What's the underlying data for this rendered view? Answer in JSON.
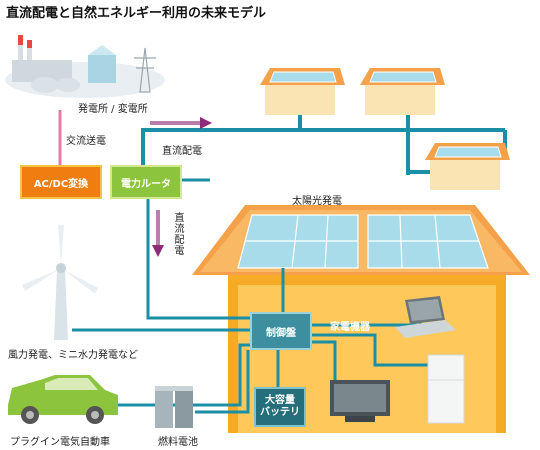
{
  "title": "直流配電と自然エネルギー利用の未来モデル",
  "labels": {
    "power_plant": "発電所 / 変電所",
    "ac_transmission": "交流送電",
    "dc_distribution_h": "直流配電",
    "dc_distribution_v": "直流配電",
    "solar": "太陽光発電",
    "wind": "風力発電、ミニ水力発電など",
    "ev": "プラグイン電気自動車",
    "fuel_cell": "燃料電池",
    "appliances": "家電機器"
  },
  "boxes": {
    "acdc": "AC/DC変換",
    "router": "電力ルータ",
    "controller": "制御盤",
    "battery_line1": "大容量",
    "battery_line2": "バッテリ"
  },
  "colors": {
    "dc_line": "#1a8fa6",
    "ac_line": "#e87aa6",
    "house_wall": "#f6ab27",
    "roof": "#f5a14a",
    "arrow": "#8e2a78",
    "solar_panel": "#a8dcea"
  }
}
